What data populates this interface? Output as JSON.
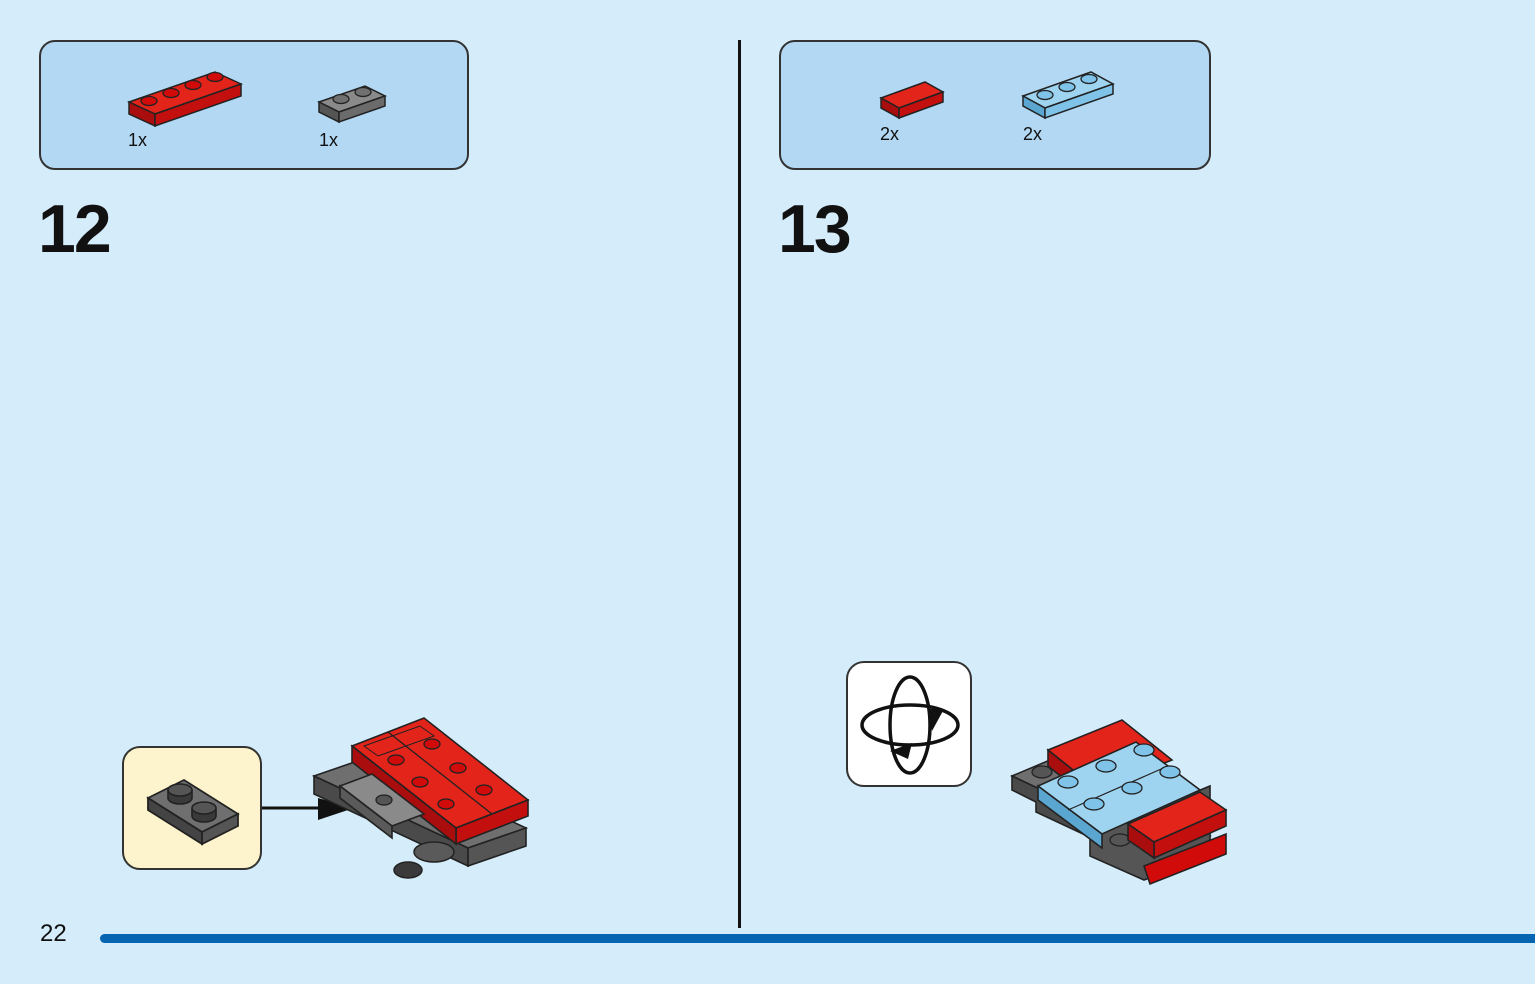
{
  "page": {
    "number": "22"
  },
  "steps": [
    {
      "number": "12",
      "parts": [
        {
          "qty": "1x",
          "piece": "red-1x4-plate",
          "color": "#d10a0a"
        },
        {
          "qty": "1x",
          "piece": "dark-gray-1x2-plate",
          "color": "#6b6b6b"
        }
      ]
    },
    {
      "number": "13",
      "parts": [
        {
          "qty": "2x",
          "piece": "red-1x2-tile",
          "color": "#d10a0a"
        },
        {
          "qty": "2x",
          "piece": "light-blue-1x3-plate",
          "color": "#7fc3e8"
        }
      ]
    }
  ],
  "colors": {
    "background": "#d5ecfa",
    "parts_box": "#b2d8f3",
    "callout": "#fdf3cc",
    "footer_bar": "#0565b0"
  }
}
